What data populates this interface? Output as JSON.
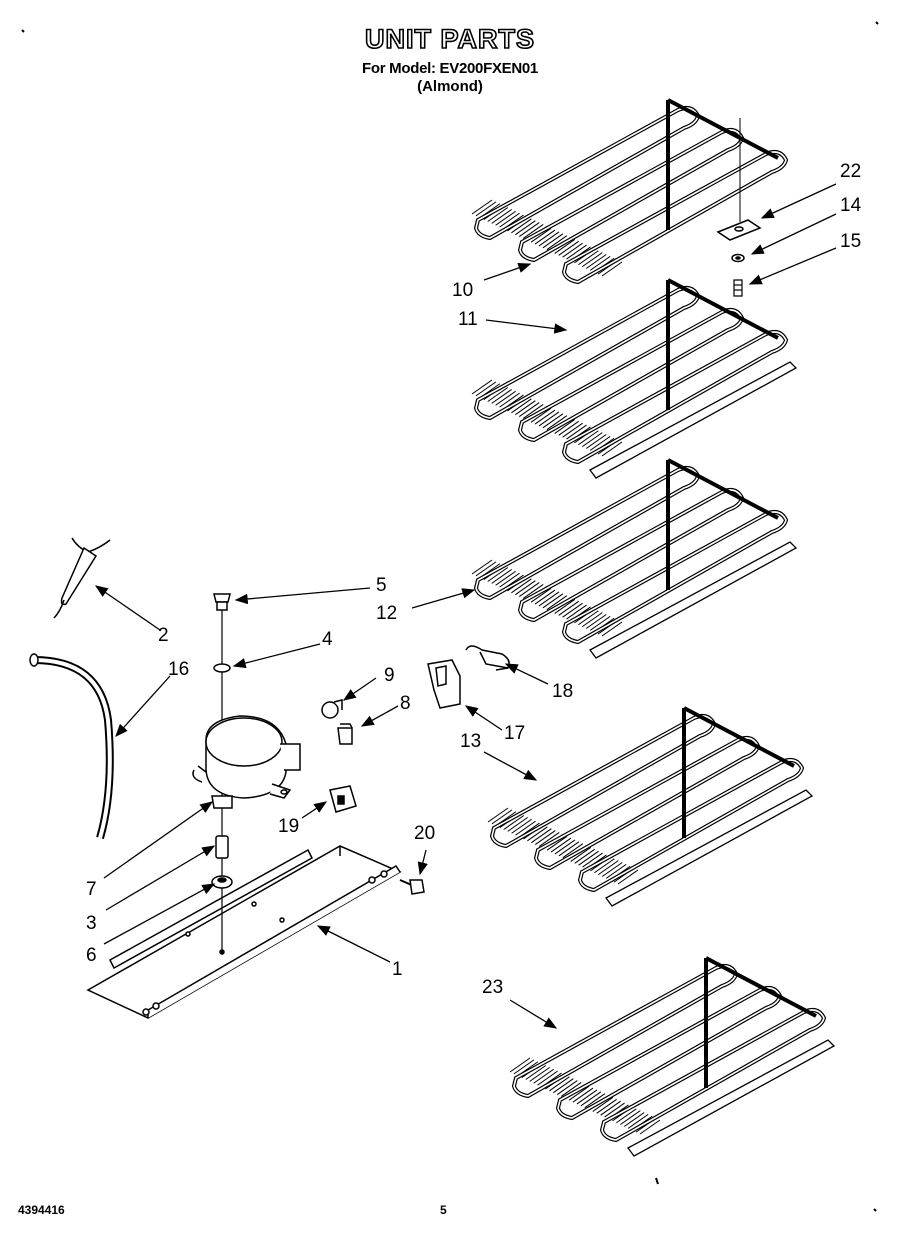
{
  "header": {
    "title": "UNIT PARTS",
    "model_line": "For Model: EV200FXEN01",
    "color_line": "(Almond)"
  },
  "footer": {
    "doc_number": "4394416",
    "page_number": "5"
  },
  "callouts": [
    {
      "id": "c1",
      "label": "1"
    },
    {
      "id": "c2",
      "label": "2"
    },
    {
      "id": "c3",
      "label": "3"
    },
    {
      "id": "c4",
      "label": "4"
    },
    {
      "id": "c5",
      "label": "5"
    },
    {
      "id": "c6",
      "label": "6"
    },
    {
      "id": "c7",
      "label": "7"
    },
    {
      "id": "c8",
      "label": "8"
    },
    {
      "id": "c9",
      "label": "9"
    },
    {
      "id": "c10",
      "label": "10"
    },
    {
      "id": "c11",
      "label": "11"
    },
    {
      "id": "c12",
      "label": "12"
    },
    {
      "id": "c13",
      "label": "13"
    },
    {
      "id": "c14",
      "label": "14"
    },
    {
      "id": "c15",
      "label": "15"
    },
    {
      "id": "c16",
      "label": "16"
    },
    {
      "id": "c17",
      "label": "17"
    },
    {
      "id": "c18",
      "label": "18"
    },
    {
      "id": "c19",
      "label": "19"
    },
    {
      "id": "c20",
      "label": "20"
    },
    {
      "id": "c22",
      "label": "22"
    },
    {
      "id": "c23",
      "label": "23"
    }
  ]
}
